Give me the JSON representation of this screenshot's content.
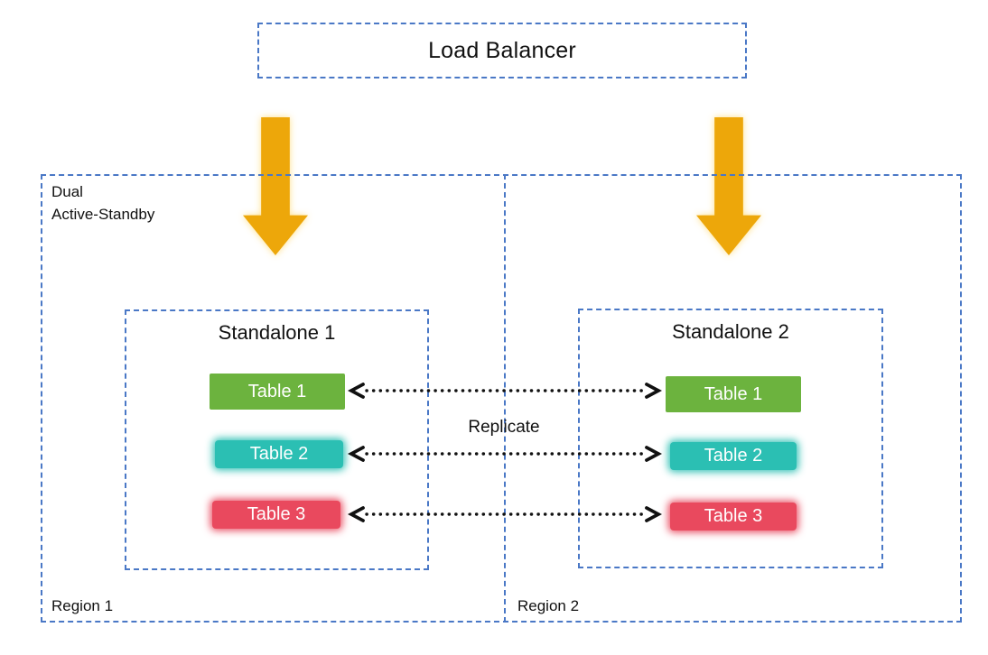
{
  "colors": {
    "dash_blue": "#4a78c6",
    "arrow_gold": "#eda70a",
    "table_green": "#6cb33e",
    "table_teal": "#2bbfb3",
    "table_red": "#e9495e",
    "connector_black": "#111111"
  },
  "icons": {
    "down_arrow": "solid gold block arrow pointing down",
    "replicate_connector": "black dotted line with chevron arrowheads on both ends"
  },
  "load_balancer": {
    "label": "Load Balancer"
  },
  "cluster": {
    "label_lines": [
      "Dual",
      "Active-Standby"
    ],
    "replicate_label": "Replicate",
    "regions": [
      {
        "label": "Region 1",
        "standalone": {
          "title": "Standalone 1",
          "tables": [
            {
              "label": "Table 1",
              "color": "#6cb33e"
            },
            {
              "label": "Table 2",
              "color": "#2bbfb3"
            },
            {
              "label": "Table 3",
              "color": "#e9495e"
            }
          ]
        }
      },
      {
        "label": "Region 2",
        "standalone": {
          "title": "Standalone 2",
          "tables": [
            {
              "label": "Table 1",
              "color": "#6cb33e"
            },
            {
              "label": "Table 2",
              "color": "#2bbfb3"
            },
            {
              "label": "Table 3",
              "color": "#e9495e"
            }
          ]
        }
      }
    ]
  }
}
